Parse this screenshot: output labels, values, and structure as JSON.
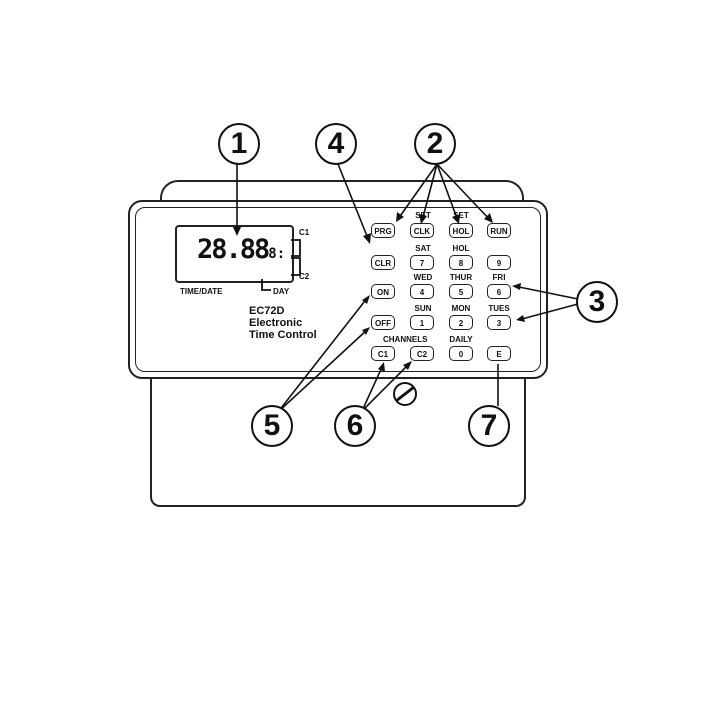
{
  "device": {
    "lcd_main": "28.88",
    "lcd_small": "8:",
    "label_c1": "C1",
    "label_c2": "C2",
    "label_time_date": "TIME/DATE",
    "label_day": "DAY",
    "model_line1": "EC72D",
    "model_line2": "Electronic",
    "model_line3": "Time Control"
  },
  "keys": {
    "prg": "PRG",
    "clk": "CLK",
    "hol": "HOL",
    "run": "RUN",
    "clr": "CLR",
    "k7": "7",
    "k8": "8",
    "k9": "9",
    "on": "ON",
    "k4": "4",
    "k5": "5",
    "k6": "6",
    "off": "OFF",
    "k1": "1",
    "k2": "2",
    "k3": "3",
    "c1": "C1",
    "c2": "C2",
    "k0": "0",
    "e": "E"
  },
  "key_labels": {
    "set_clk": "SET",
    "set_hol": "SET",
    "sat": "SAT",
    "hol": "HOL",
    "wed": "WED",
    "thur": "THUR",
    "fri": "FRI",
    "sun": "SUN",
    "mon": "MON",
    "tues": "TUES",
    "channels": "CHANNELS",
    "daily": "DAILY"
  },
  "callouts": {
    "n1": "1",
    "n2": "2",
    "n3": "3",
    "n4": "4",
    "n5": "5",
    "n6": "6",
    "n7": "7"
  }
}
